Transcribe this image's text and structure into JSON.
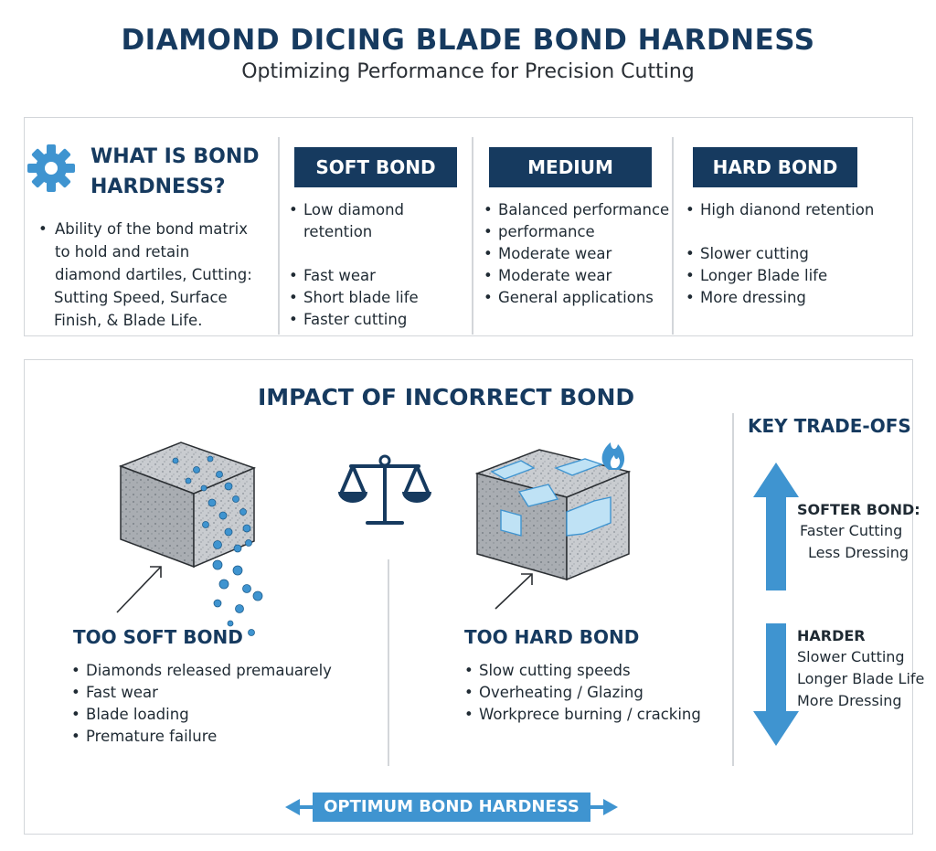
{
  "header": {
    "title": "DIAMOND DICING BLADE BOND HARDNESS",
    "subtitle": "Optimizing Performance for Precision Cutting"
  },
  "definition": {
    "icon": "gear-icon",
    "title_line1": "WHAT IS BOND",
    "title_line2": "HARDNESS?",
    "text": [
      "Ability of the bond matrix",
      "to hold and retain",
      "diamond dartiles, Cutting:",
      "Sutting Speed, Surface",
      "Finish, & Blade Life."
    ]
  },
  "bond_types": [
    {
      "label": "SOFT BOND",
      "items": [
        "Low diamond retention",
        "",
        "Fast wear",
        "Short blade life",
        "Faster cutting"
      ]
    },
    {
      "label": "MEDIUM",
      "items": [
        "Balanced performance",
        "performance",
        "Moderate wear",
        "Moderate wear",
        "General applications"
      ]
    },
    {
      "label": "HARD BOND",
      "items": [
        "High dianond retention",
        "",
        "Slower cutting",
        "Longer Blade life",
        "More dressing"
      ]
    }
  ],
  "impact": {
    "title": "IMPACT OF INCORRECT BOND",
    "soft": {
      "heading": "TOO SOFT BOND",
      "items": [
        "Diamonds released premauarely",
        "Fast wear",
        "Blade loading",
        "Premature failure"
      ]
    },
    "hard": {
      "heading": "TOO HARD BOND",
      "items": [
        "Slow cutting speeds",
        "Overheating / Glazing",
        "Workprece burning / cracking"
      ]
    },
    "optimum": "OPTIMUM BOND HARDNESS"
  },
  "tradeoffs": {
    "title": "KEY TRADE-OFS",
    "softer_heading": "SOFTER BOND:",
    "softer_lines": [
      "Faster Cutting",
      "Less Dressing"
    ],
    "harder_heading": "HARDER",
    "harder_lines": [
      "Slower Cutting",
      "Longer Blade Life",
      "More Dressing"
    ]
  },
  "colors": {
    "navy": "#163a5f",
    "accent_blue": "#3f94d0",
    "border": "#d3d6da"
  }
}
